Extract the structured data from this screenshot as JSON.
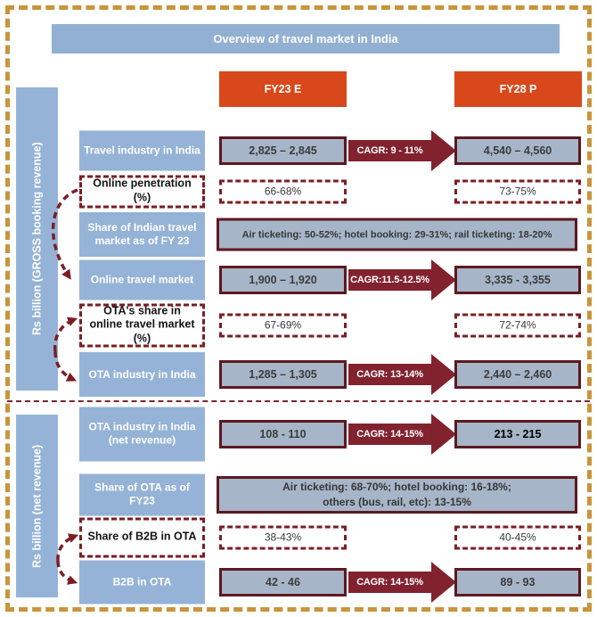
{
  "title": "Overview of travel market in India",
  "columns": {
    "fy23": "FY23 E",
    "fy28": "FY28 P"
  },
  "sections": {
    "gross": {
      "sidebar_label": "Rs billion (GROSS booking revenue)"
    },
    "net": {
      "sidebar_label": "Rs billion (net revenue)"
    }
  },
  "rows": [
    {
      "label": "Travel industry in India",
      "fy23": "2,825 – 2,845",
      "cagr": "CAGR: 9 - 11%",
      "fy28": "4,540 – 4,560"
    },
    {
      "label": "Online penetration (%)",
      "fy23": "66-68%",
      "fy28": "73-75%"
    },
    {
      "label": "Share of Indian travel market as of FY 23",
      "wide": "Air ticketing: 50-52%; hotel booking: 29-31%; rail ticketing: 18-20%"
    },
    {
      "label": "Online travel market",
      "fy23": "1,900 – 1,920",
      "cagr": "CAGR:11.5-12.5%",
      "fy28": "3,335 - 3,355"
    },
    {
      "label": "OTA's share in online travel market (%)",
      "fy23": "67-69%",
      "fy28": "72-74%"
    },
    {
      "label": "OTA industry in India",
      "fy23": "1,285 – 1,305",
      "cagr": "CAGR: 13-14%",
      "fy28": "2,440 – 2,460"
    },
    {
      "label": "OTA industry in India (net revenue)",
      "fy23": "108 - 110",
      "cagr": "CAGR: 14-15%",
      "fy28": "213 - 215"
    },
    {
      "label": "Share of OTA as of FY23",
      "wide": "Air ticketing: 68-70%; hotel booking: 16-18%;\nothers (bus, rail, etc): 13-15%"
    },
    {
      "label": "Share of B2B in OTA",
      "fy23": "38-43%",
      "fy28": "40-45%"
    },
    {
      "label": "B2B in OTA",
      "fy23": "42 - 46",
      "cagr": "CAGR: 14-15%",
      "fy28": "89 - 93"
    }
  ],
  "palette": {
    "label_blue": "#95b3d7",
    "value_fill": "#a6b5c8",
    "maroon_arrow": "#82222f",
    "maroon_border": "#5d1820",
    "dashed_border": "#7c1e24",
    "orange_header": "#d9481a",
    "frame_gold": "#c8953a"
  }
}
